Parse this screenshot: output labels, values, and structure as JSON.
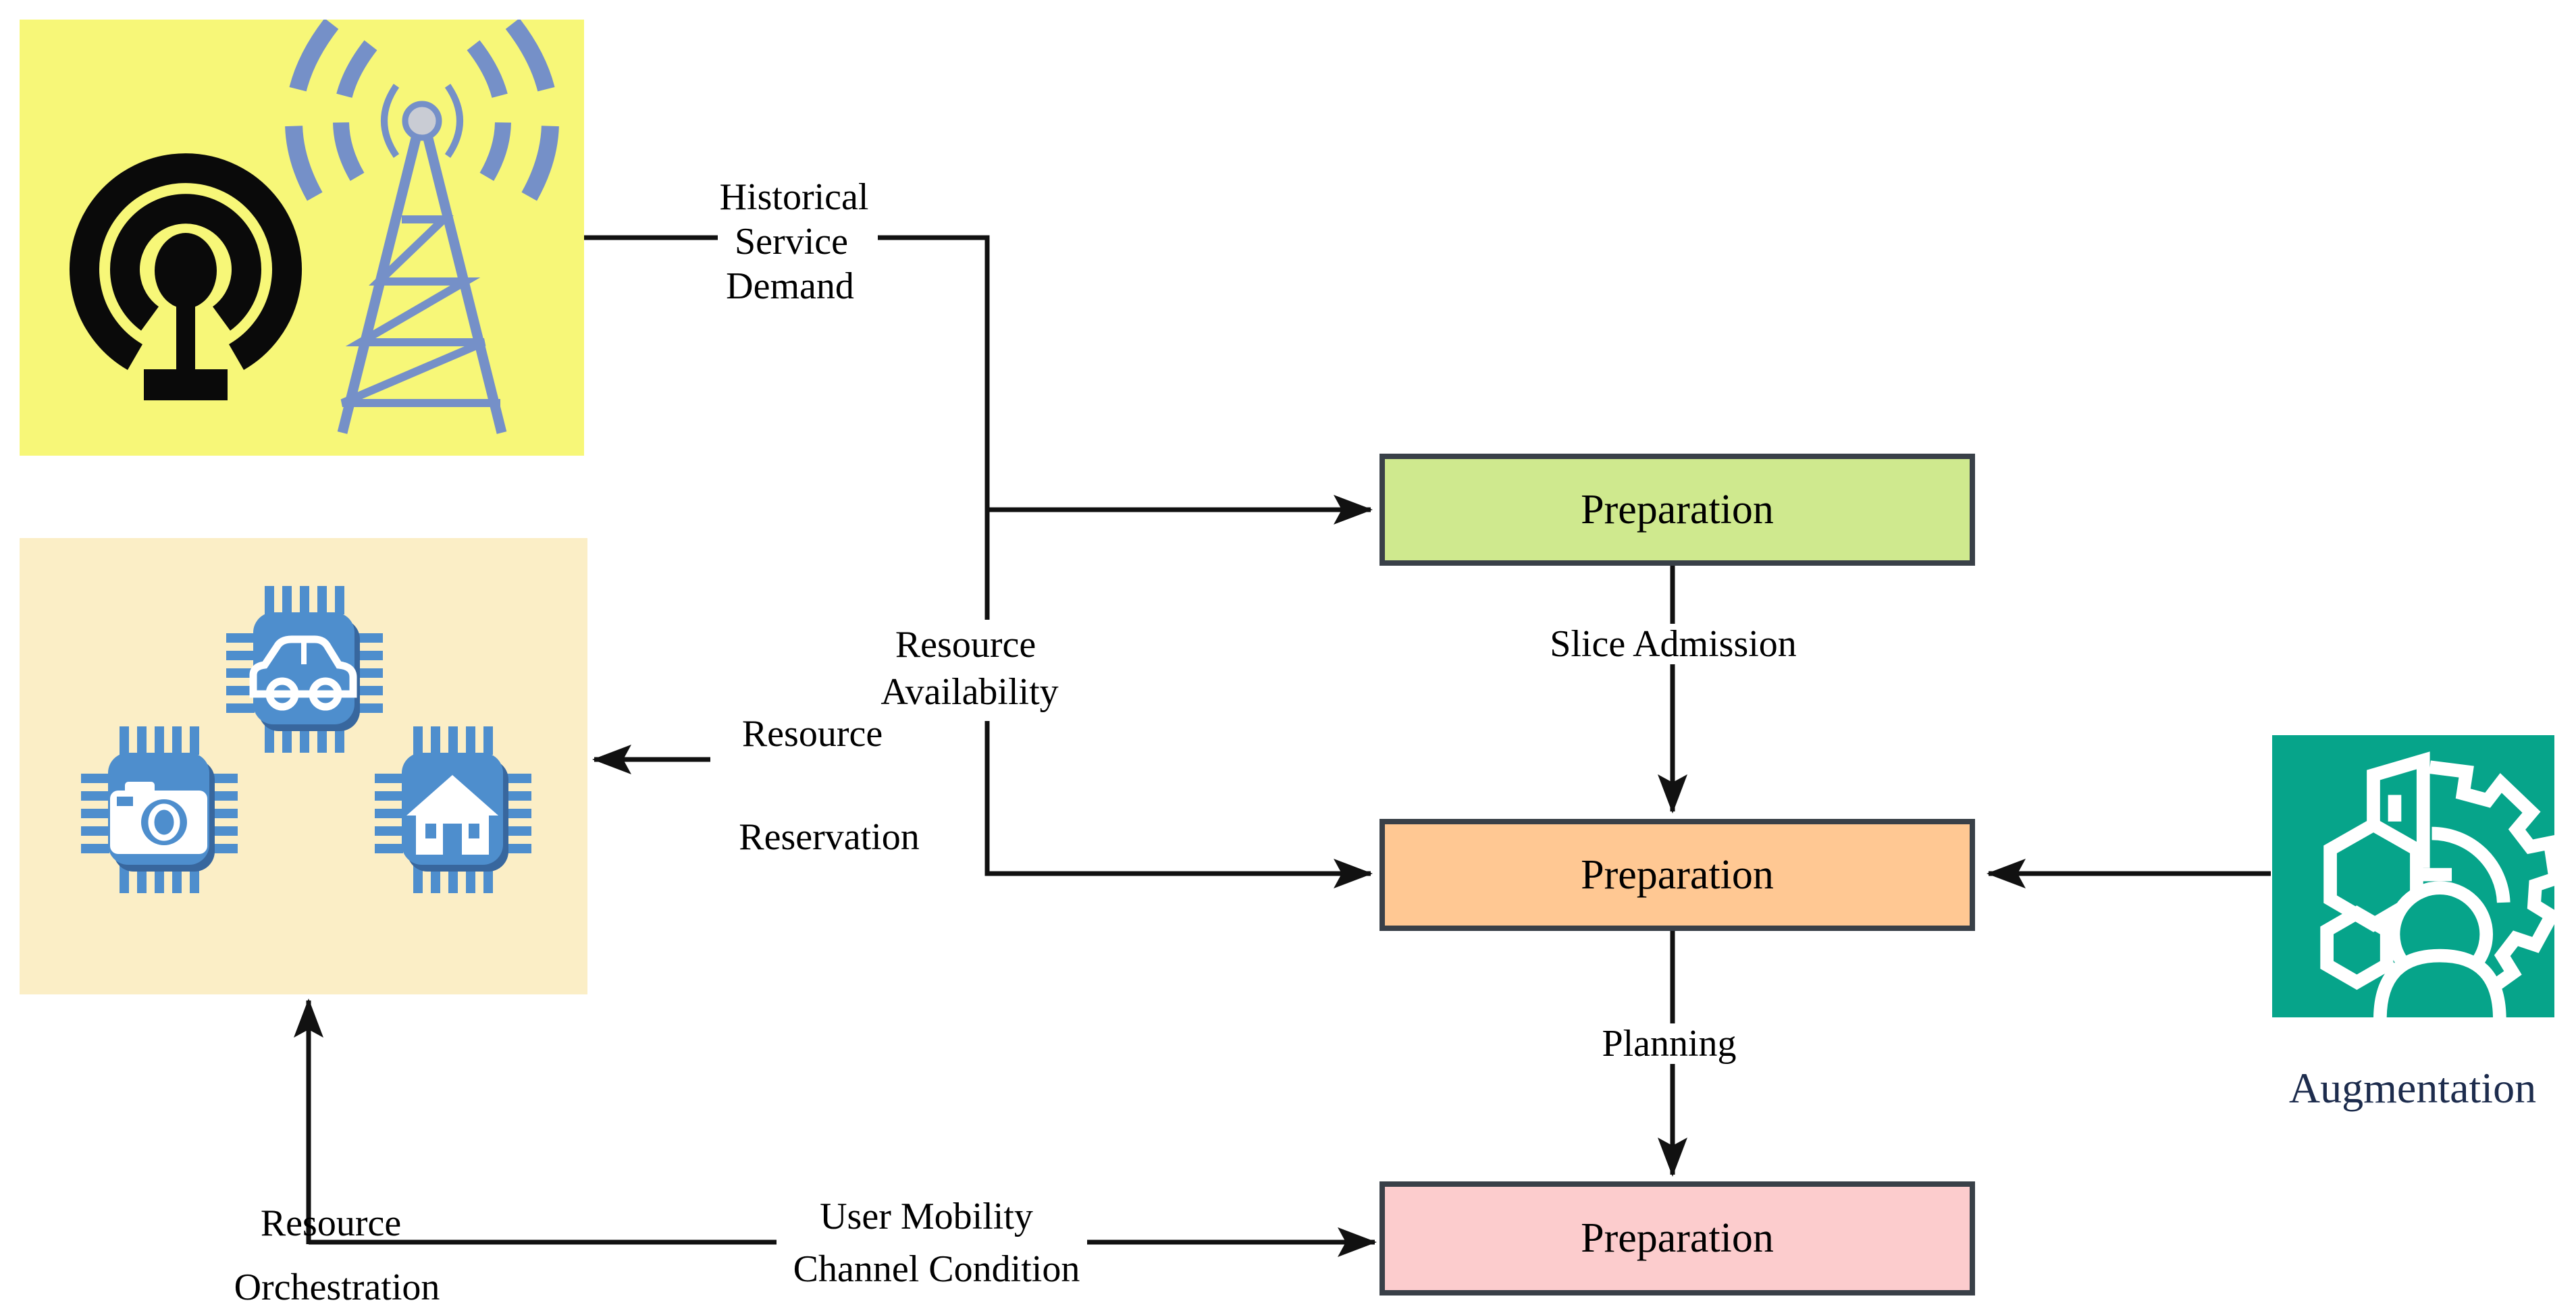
{
  "panels": {
    "radio_access": {
      "icons": [
        "podcast-icon",
        "antenna-tower-icon"
      ]
    },
    "devices": {
      "icons": [
        "car-chip-icon",
        "camera-chip-icon",
        "smart-home-chip-icon"
      ]
    },
    "augmentation": {
      "label": "Augmentation",
      "icon": "ai-gear-person-icon"
    }
  },
  "boxes": [
    {
      "id": "prep-top",
      "label": "Preparation"
    },
    {
      "id": "prep-middle",
      "label": "Preparation"
    },
    {
      "id": "prep-bottom",
      "label": "Preparation"
    }
  ],
  "edge_labels": {
    "historical": {
      "lines": [
        "Historical",
        "Service",
        "Demand"
      ]
    },
    "resource_availability": {
      "lines": [
        "Resource",
        "Availability"
      ]
    },
    "resource_reservation": {
      "lines": [
        "Resource",
        "Reservation"
      ]
    },
    "slice_admission": "Slice Admission",
    "planning": "Planning",
    "resource_orchestration": {
      "lines": [
        "Resource",
        "Orchestration"
      ]
    },
    "user_mobility": {
      "lines": [
        "User Mobility",
        "Channel Condition"
      ]
    }
  },
  "colors": {
    "yellow_panel": "#f7f778",
    "cream_panel": "#fbeec6",
    "teal_panel": "#06a48a",
    "green_box": "#cfe98e",
    "orange_box": "#ffc893",
    "pink_box": "#fccccd",
    "box_border": "#394048",
    "line": "#111111",
    "chip_blue": "#4e8ecd",
    "chip_shadow": "#38679e",
    "tower_blue": "#7590c8",
    "icon_black": "#0a0a0a",
    "augmentation_text": "#1d2c4d"
  }
}
